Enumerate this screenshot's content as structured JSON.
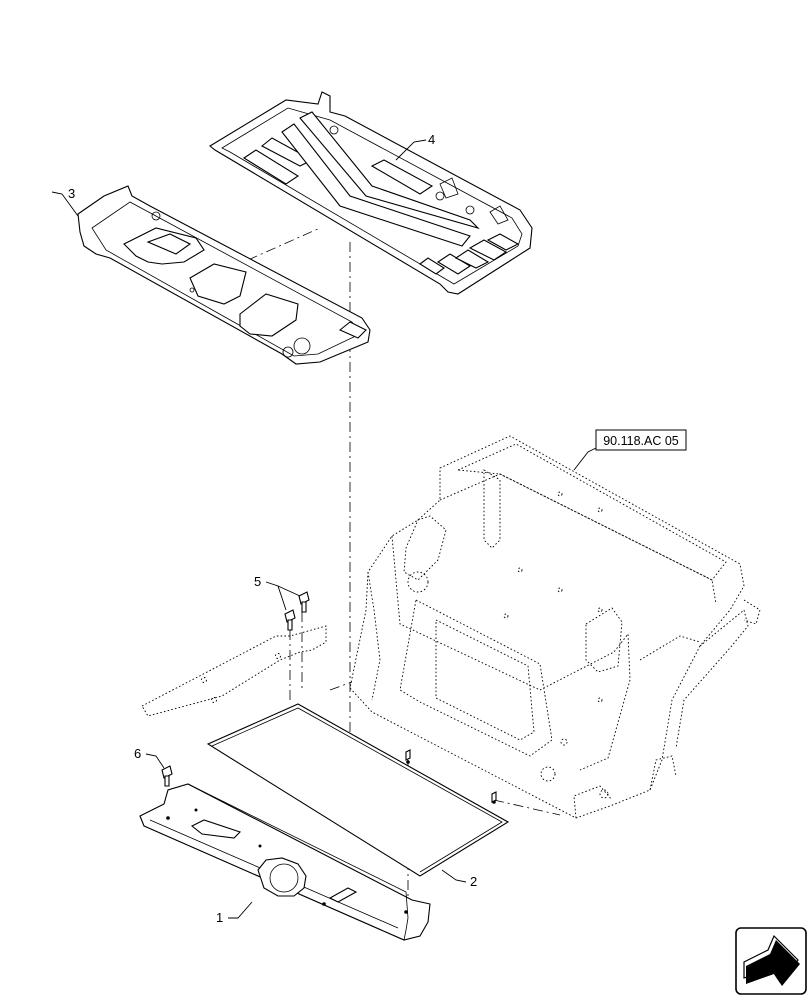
{
  "callouts": {
    "c1": "1",
    "c2": "2",
    "c3": "3",
    "c4": "4",
    "c5": "5",
    "c6": "6"
  },
  "reference": {
    "label": "90.118.AC 05"
  },
  "icons": {
    "nav": "next-page-arrow-icon"
  },
  "colors": {
    "line": "#000000",
    "background": "#ffffff"
  }
}
